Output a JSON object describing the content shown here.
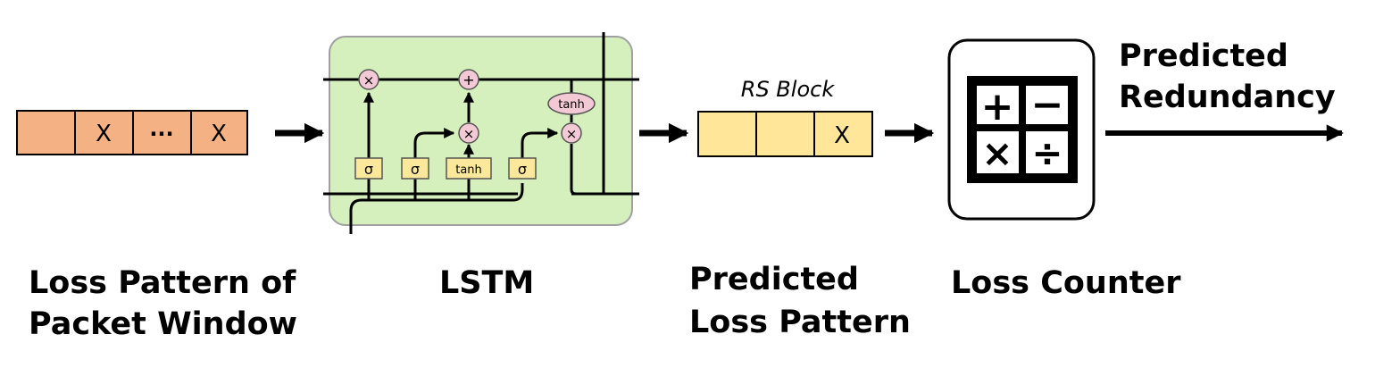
{
  "colors": {
    "loss_cells": "#f4b183",
    "rs_cells": "#ffe699",
    "lstm_bg": "#d5f0bc",
    "lstm_border": "#a0a0a0",
    "gate_fill": "#fbe89b",
    "op_fill": "#f4c9d6",
    "ink": "#000000"
  },
  "loss_window": {
    "cells": [
      "",
      "X",
      "···",
      "X"
    ],
    "label_line1": "Loss Pattern of",
    "label_line2": "Packet Window"
  },
  "lstm": {
    "label": "LSTM",
    "gates": [
      "σ",
      "σ",
      "tanh",
      "σ"
    ],
    "ops": {
      "forget": "×",
      "add": "+",
      "input": "×",
      "output": "×"
    },
    "tanh_label": "tanh"
  },
  "rs_block": {
    "title": "RS Block",
    "cells": [
      "",
      "",
      "X"
    ],
    "label_line1": "Predicted",
    "label_line2": "Loss Pattern"
  },
  "loss_counter": {
    "label": "Loss Counter",
    "icon": "calculator-icon",
    "symbols": [
      "+",
      "−",
      "×",
      "÷"
    ]
  },
  "output": {
    "label_line1": "Predicted",
    "label_line2": "Redundancy"
  }
}
